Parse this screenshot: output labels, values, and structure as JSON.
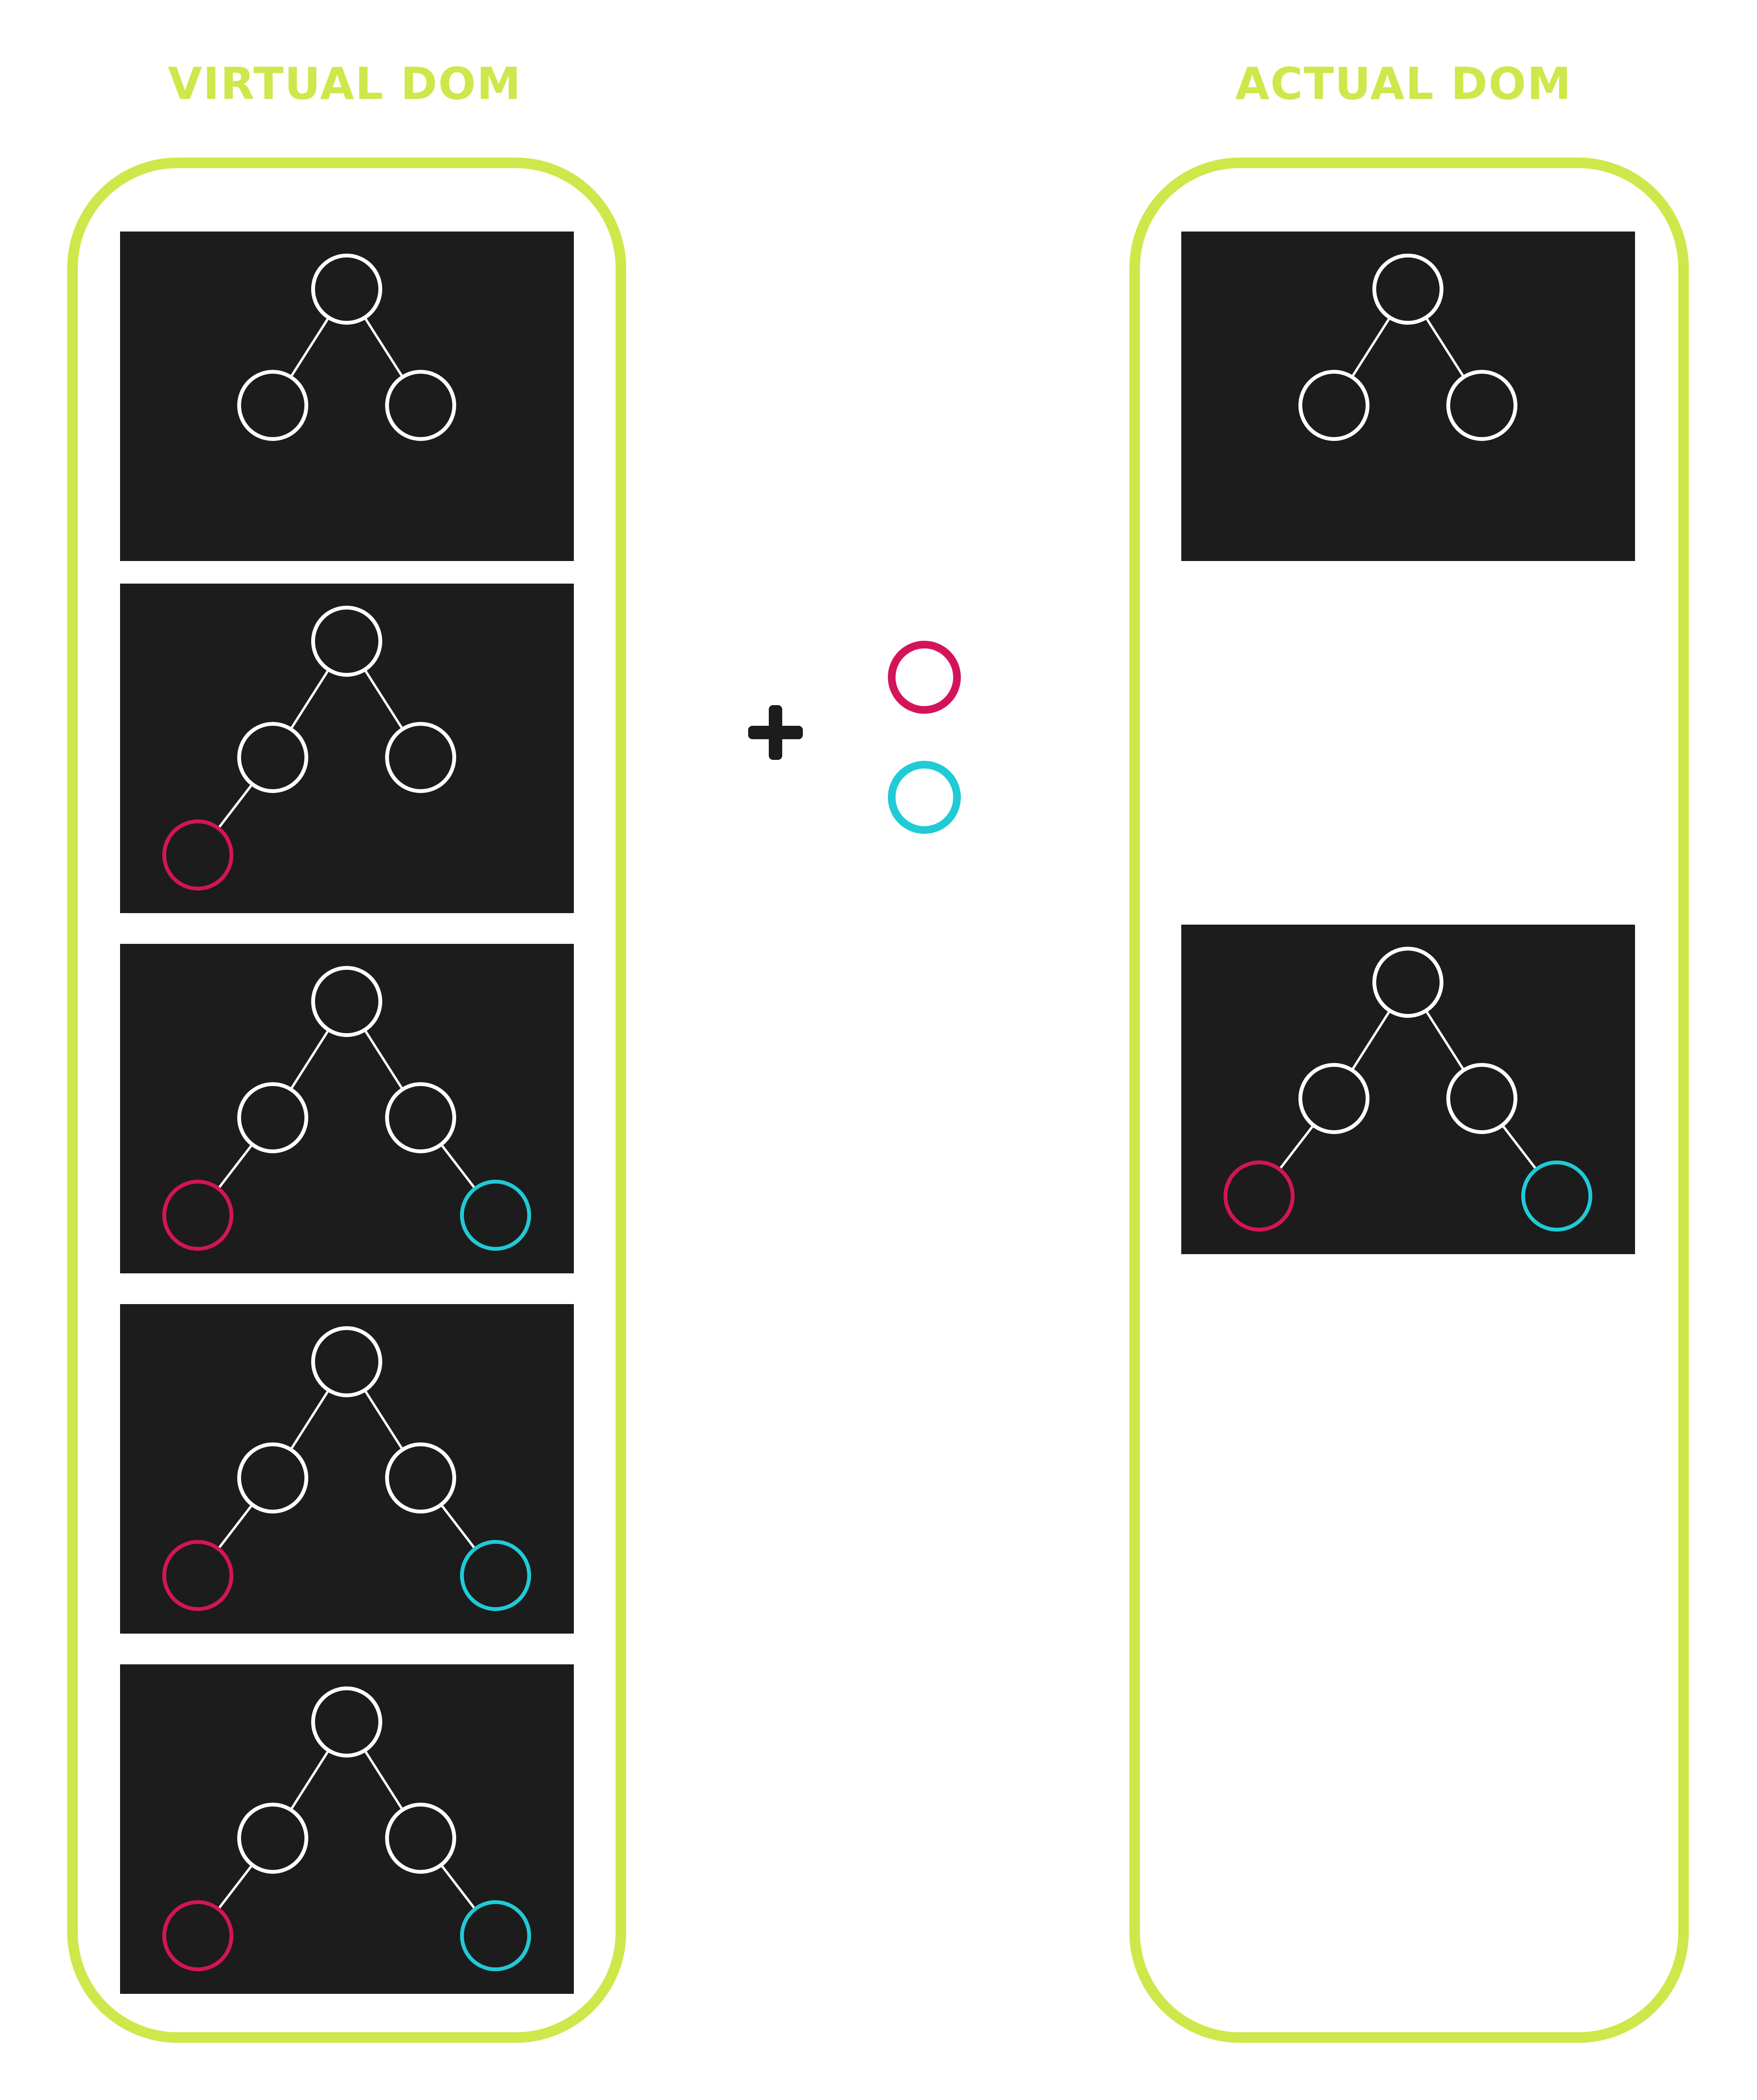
{
  "titles": {
    "virtual": "VIRTUAL DOM",
    "actual": "ACTUAL DOM"
  },
  "colors": {
    "accent": "#cde84a",
    "panel": "#1c1c1c",
    "node": "#ffffff",
    "pink": "#d4145a",
    "cyan": "#1fcbd6",
    "plus": "#1c1c1c"
  },
  "icons": {
    "plus": "plus-icon",
    "new_pink_node": "pink-node-icon",
    "new_cyan_node": "cyan-node-icon"
  },
  "virtual_dom": {
    "snapshots": [
      {
        "nodes": [
          "root",
          "left",
          "right"
        ]
      },
      {
        "nodes": [
          "root",
          "left",
          "right",
          "pink"
        ]
      },
      {
        "nodes": [
          "root",
          "left",
          "right",
          "pink",
          "cyan"
        ]
      },
      {
        "nodes": [
          "root",
          "left",
          "right",
          "pink",
          "cyan"
        ]
      },
      {
        "nodes": [
          "root",
          "left",
          "right",
          "pink",
          "cyan"
        ]
      }
    ]
  },
  "actual_dom": {
    "snapshots": [
      {
        "nodes": [
          "root",
          "left",
          "right"
        ]
      },
      {
        "nodes": [
          "root",
          "left",
          "right",
          "pink",
          "cyan"
        ]
      }
    ]
  }
}
